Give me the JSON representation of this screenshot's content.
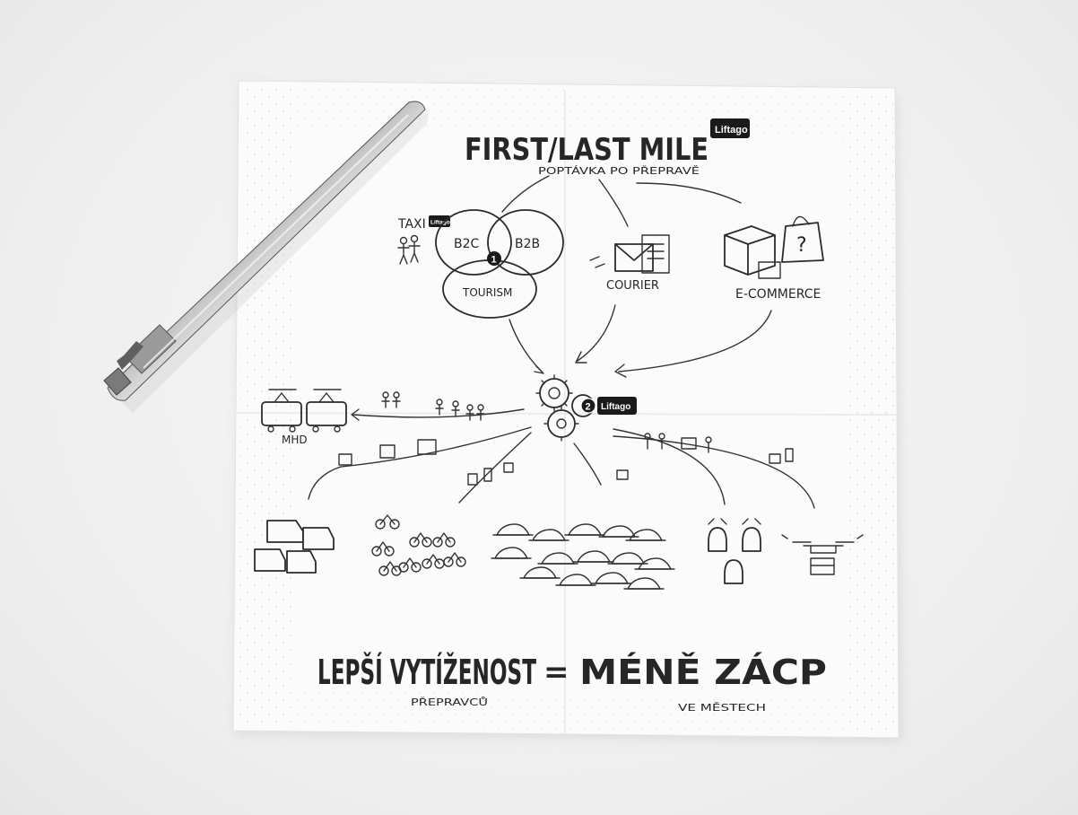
{
  "sketch": {
    "title": "FIRST/LAST MILE",
    "subtitle": "POPTÁVKA PO PŘEPRAVĚ",
    "brand_badge": "Liftago",
    "taxi_label": "TAXI",
    "venn": {
      "b2c": "B2C",
      "b2b": "B2B",
      "tourism": "TOURISM",
      "marker": "1"
    },
    "courier_label": "COURIER",
    "ecommerce_label": "E-COMMERCE",
    "question_mark": "?",
    "hub_marker": "2",
    "mhd_label": "MHD",
    "bottom_left": "LEPŠÍ VYTÍŽENOST",
    "bottom_eq": "=",
    "bottom_right": "MÉNĚ ZÁCP",
    "bottom_left_sub": "PŘEPRAVCŮ",
    "bottom_right_sub": "VE MĚSTECH"
  },
  "colors": {
    "napkin": "#fbfbfb",
    "ink": "#262626",
    "badge": "#1a1a1a",
    "background": "#eeeeee"
  },
  "objects": {
    "pen": "ballpoint-pen",
    "napkin": "paper-napkin"
  }
}
